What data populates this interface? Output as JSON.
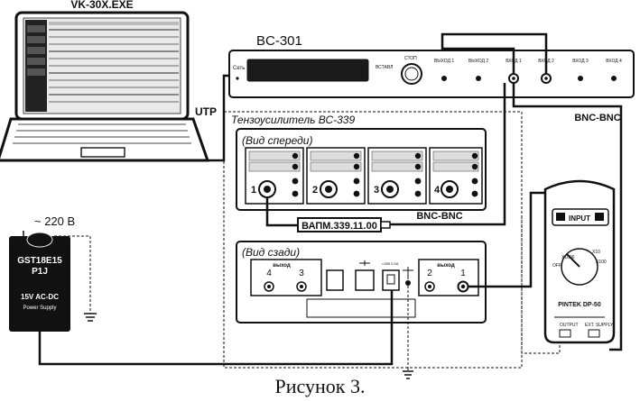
{
  "laptop": {
    "title": "VK-30X.EXE"
  },
  "link_utp": "UTP",
  "bc301": {
    "name": "BC-301",
    "power_label": "Сеть",
    "mode_label": "ВСТАВЛ",
    "stop_label": "СТОП",
    "channels": [
      "ВЫХОД 1",
      "ВЫХОД 2",
      "ВХОД 1",
      "ВХОД 2",
      "ВХОД 3",
      "ВХОД 4"
    ]
  },
  "cable_bnc_top": "BNC-BNC",
  "amplifier": {
    "title": "Тензоусилитель ВС-339",
    "front_view": "(Вид спереди)",
    "back_view": "(Вид сзади)",
    "channel_numbers": [
      "1",
      "2",
      "3",
      "4"
    ],
    "rear_outputs_left_label": "выход",
    "rear_outputs_right_label": "выход",
    "rear_left_numbers": [
      "4",
      "3"
    ],
    "rear_right_numbers": [
      "2",
      "1"
    ],
    "power_input_label": "=15В 0,5А"
  },
  "cable_vapm": "ВАПМ.339.11.00",
  "cable_bnc_mid": "BNC-BNC",
  "power_supply": {
    "mains": "~ 220 В",
    "model_line1": "GST18E15",
    "model_line2": "P1J",
    "spec": "15V AC-DC",
    "spec_sub": "Power Supply"
  },
  "meter": {
    "input_label": "INPUT",
    "scale_marks": [
      "X10",
      "X100",
      "X1000",
      "OFF"
    ],
    "brand": "PINTEK DP-50",
    "output_label": "OUTPUT",
    "ext_supply_label": "EXT. SUPPLY"
  },
  "caption": "Рисунок 3."
}
